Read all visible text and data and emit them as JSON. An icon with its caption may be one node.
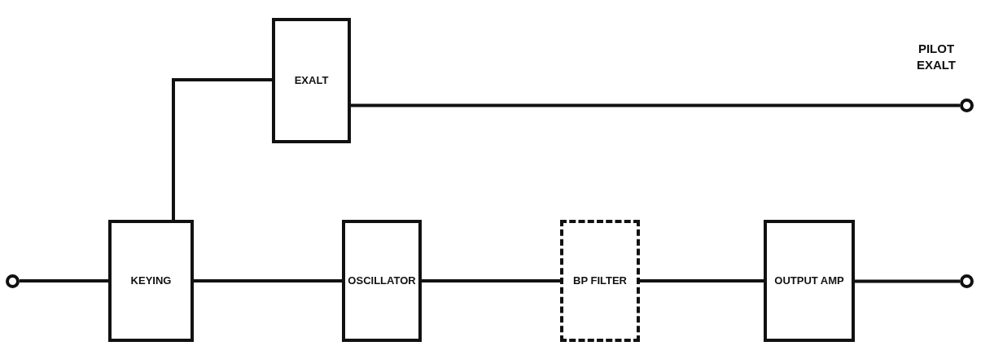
{
  "diagram": {
    "nodes": [
      {
        "text": [
          "EXALT"
        ]
      },
      {
        "text": [],
        "shape": "circle",
        "beside": [
          "PILOT EXALT"
        ]
      },
      {
        "text": [],
        "shape": "circle"
      },
      {
        "text": [
          "KEYING"
        ]
      },
      {
        "text": [
          "OSCILLATOR"
        ]
      },
      {
        "text": [
          "BP FILTER"
        ]
      },
      {
        "text": [
          "OUTPUT AMP"
        ]
      },
      {
        "text": [],
        "shape": "circle"
      }
    ],
    "edges": [
      {
        "from": 2,
        "to": 3,
        "arrow": "none"
      },
      {
        "from": 3,
        "to": 0,
        "arrow": "none"
      },
      {
        "from": 0,
        "to": 1,
        "arrow": "none"
      },
      {
        "from": 3,
        "to": 4,
        "arrow": "none"
      },
      {
        "from": 4,
        "to": 5,
        "arrow": "none"
      },
      {
        "from": 5,
        "to": 6,
        "arrow": "none"
      },
      {
        "from": 6,
        "to": 7,
        "arrow": "none"
      }
    ]
  }
}
